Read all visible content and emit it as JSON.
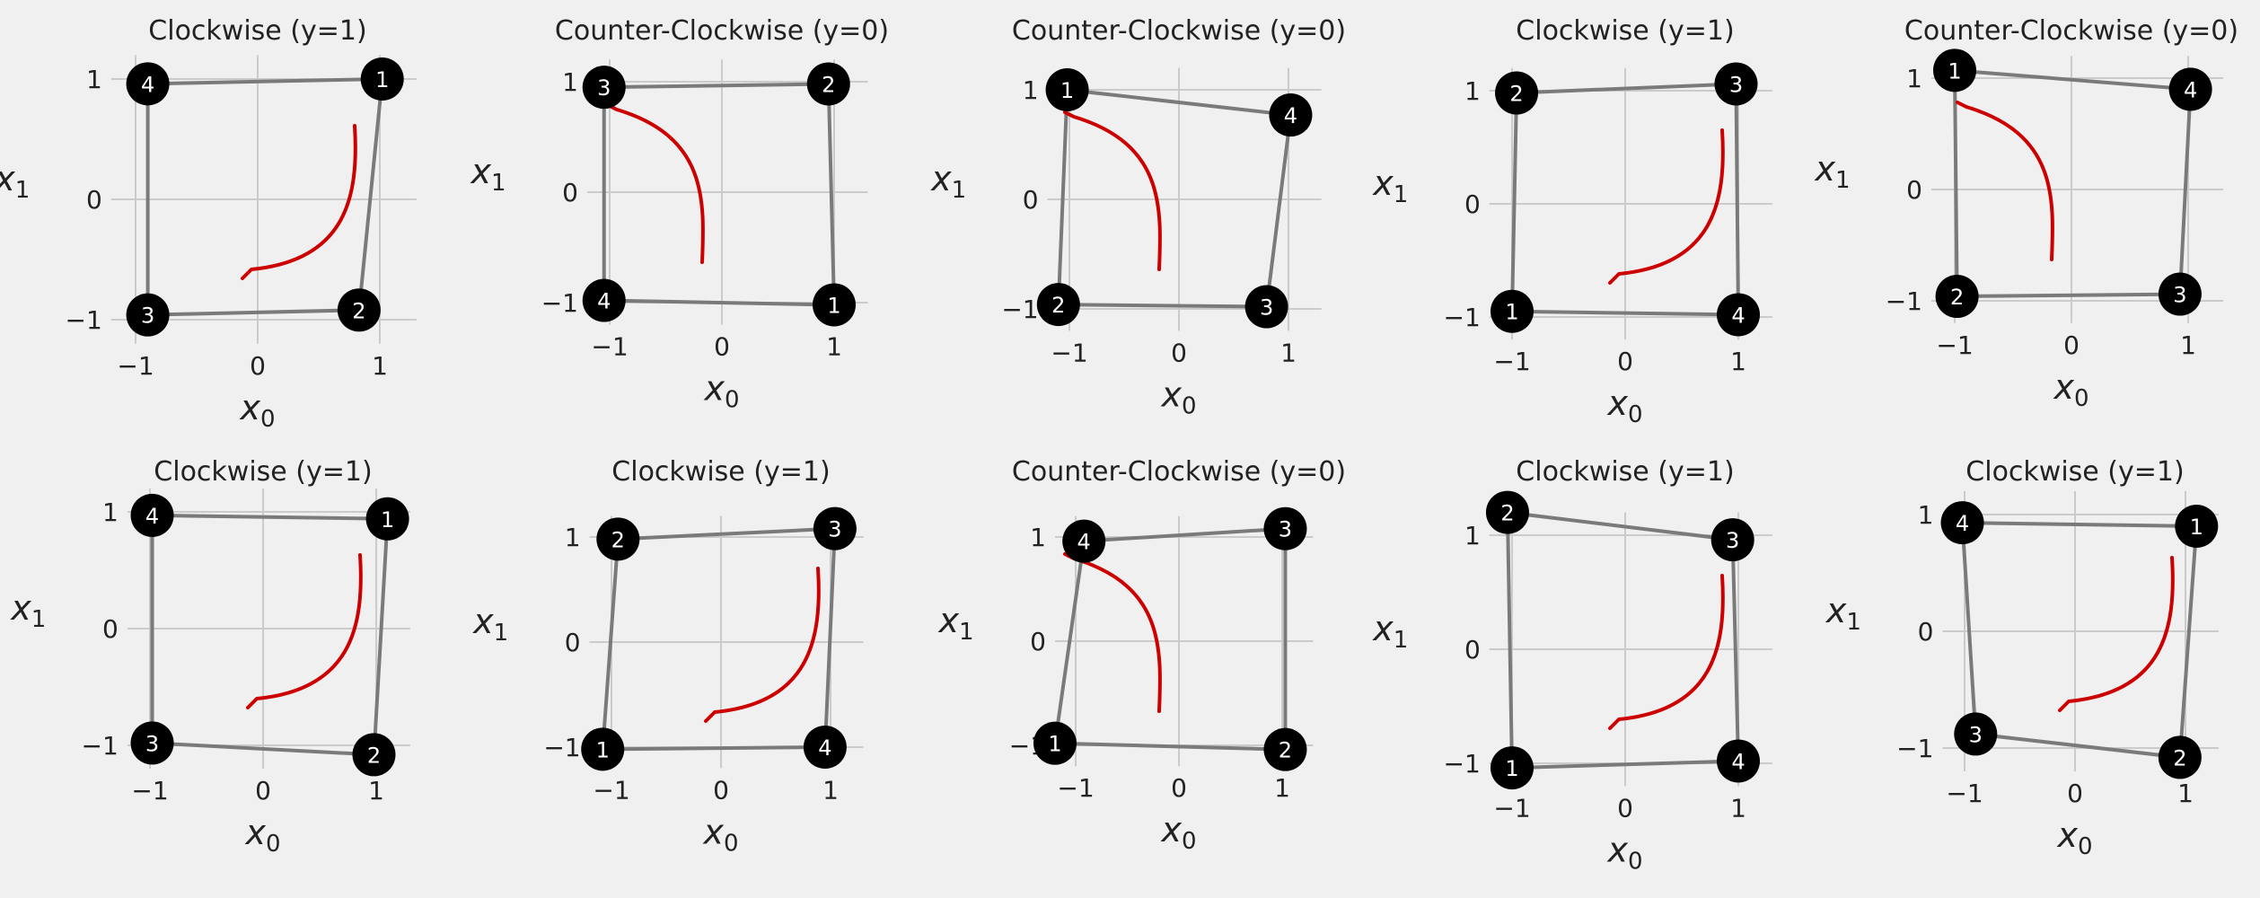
{
  "colors": {
    "background": "#f0f0f0",
    "grid": "#cbcbcb",
    "edge": "#7a7a7a",
    "point": "#000000",
    "point_label": "#ffffff",
    "arrow": "#cc0000",
    "text": "#222222"
  },
  "chart_data": [
    {
      "type": "scatter",
      "title": "Clockwise (y=1)",
      "xlabel": "x",
      "xlabel_sub": "0",
      "ylabel": "x",
      "ylabel_sub": "1",
      "xticks": [
        "−1",
        "0",
        "1"
      ],
      "yticks": [
        "−1",
        "0",
        "1"
      ],
      "xlim": [
        -1.2,
        1.3
      ],
      "ylim": [
        -1.2,
        1.2
      ],
      "grid": true,
      "points": [
        {
          "x": 1.02,
          "y": 1.0
        },
        {
          "x": 0.83,
          "y": -0.92
        },
        {
          "x": -0.9,
          "y": -0.96
        },
        {
          "x": -0.9,
          "y": 0.96
        }
      ],
      "labels": [
        "1",
        "2",
        "3",
        "4"
      ],
      "arrow": "clockwise"
    },
    {
      "type": "scatter",
      "title": "Counter-Clockwise (y=0)",
      "xlabel": "x",
      "xlabel_sub": "0",
      "ylabel": "x",
      "ylabel_sub": "1",
      "xticks": [
        "−1",
        "0",
        "1"
      ],
      "yticks": [
        "−1",
        "0",
        "1"
      ],
      "xlim": [
        -1.2,
        1.3
      ],
      "ylim": [
        -1.2,
        1.2
      ],
      "grid": true,
      "points": [
        {
          "x": 1.0,
          "y": -1.02
        },
        {
          "x": 0.95,
          "y": 0.98
        },
        {
          "x": -1.05,
          "y": 0.95
        },
        {
          "x": -1.05,
          "y": -0.98
        }
      ],
      "labels": [
        "1",
        "2",
        "3",
        "4"
      ],
      "arrow": "counter-clockwise"
    },
    {
      "type": "scatter",
      "title": "Counter-Clockwise (y=0)",
      "xlabel": "x",
      "xlabel_sub": "0",
      "ylabel": "x",
      "ylabel_sub": "1",
      "xticks": [
        "−1",
        "0",
        "1"
      ],
      "yticks": [
        "−1",
        "0",
        "1"
      ],
      "xlim": [
        -1.2,
        1.3
      ],
      "ylim": [
        -1.2,
        1.2
      ],
      "grid": true,
      "points": [
        {
          "x": -1.02,
          "y": 1.0
        },
        {
          "x": -1.1,
          "y": -0.96
        },
        {
          "x": 0.8,
          "y": -0.98
        },
        {
          "x": 1.02,
          "y": 0.77
        }
      ],
      "labels": [
        "1",
        "2",
        "3",
        "4"
      ],
      "arrow": "counter-clockwise"
    },
    {
      "type": "scatter",
      "title": "Clockwise (y=1)",
      "xlabel": "x",
      "xlabel_sub": "0",
      "ylabel": "x",
      "ylabel_sub": "1",
      "xticks": [
        "−1",
        "0",
        "1"
      ],
      "yticks": [
        "−1",
        "0",
        "1"
      ],
      "xlim": [
        -1.2,
        1.3
      ],
      "ylim": [
        -1.2,
        1.2
      ],
      "grid": true,
      "points": [
        {
          "x": -1.0,
          "y": -0.95
        },
        {
          "x": -0.96,
          "y": 0.98
        },
        {
          "x": 0.98,
          "y": 1.06
        },
        {
          "x": 1.0,
          "y": -0.98
        }
      ],
      "labels": [
        "1",
        "2",
        "3",
        "4"
      ],
      "arrow": "clockwise"
    },
    {
      "type": "scatter",
      "title": "Counter-Clockwise (y=0)",
      "xlabel": "x",
      "xlabel_sub": "0",
      "ylabel": "x",
      "ylabel_sub": "1",
      "xticks": [
        "−1",
        "0",
        "1"
      ],
      "yticks": [
        "−1",
        "0",
        "1"
      ],
      "xlim": [
        -1.2,
        1.3
      ],
      "ylim": [
        -1.2,
        1.2
      ],
      "grid": true,
      "points": [
        {
          "x": -1.0,
          "y": 1.07
        },
        {
          "x": -0.98,
          "y": -0.96
        },
        {
          "x": 0.93,
          "y": -0.94
        },
        {
          "x": 1.02,
          "y": 0.9
        }
      ],
      "labels": [
        "1",
        "2",
        "3",
        "4"
      ],
      "arrow": "counter-clockwise"
    },
    {
      "type": "scatter",
      "title": "Clockwise (y=1)",
      "xlabel": "x",
      "xlabel_sub": "0",
      "ylabel": "x",
      "ylabel_sub": "1",
      "xticks": [
        "−1",
        "0",
        "1"
      ],
      "yticks": [
        "−1",
        "0",
        "1"
      ],
      "xlim": [
        -1.2,
        1.3
      ],
      "ylim": [
        -1.2,
        1.2
      ],
      "grid": true,
      "points": [
        {
          "x": 1.1,
          "y": 0.94
        },
        {
          "x": 0.98,
          "y": -1.08
        },
        {
          "x": -0.98,
          "y": -0.98
        },
        {
          "x": -0.98,
          "y": 0.97
        }
      ],
      "labels": [
        "1",
        "2",
        "3",
        "4"
      ],
      "arrow": "clockwise"
    },
    {
      "type": "scatter",
      "title": "Clockwise (y=1)",
      "xlabel": "x",
      "xlabel_sub": "0",
      "ylabel": "x",
      "ylabel_sub": "1",
      "xticks": [
        "−1",
        "0",
        "1"
      ],
      "yticks": [
        "−1",
        "0",
        "1"
      ],
      "xlim": [
        -1.2,
        1.3
      ],
      "ylim": [
        -1.2,
        1.2
      ],
      "grid": true,
      "points": [
        {
          "x": -1.08,
          "y": -1.02
        },
        {
          "x": -0.94,
          "y": 0.98
        },
        {
          "x": 1.04,
          "y": 1.08
        },
        {
          "x": 0.95,
          "y": -1.0
        }
      ],
      "labels": [
        "1",
        "2",
        "3",
        "4"
      ],
      "arrow": "clockwise"
    },
    {
      "type": "scatter",
      "title": "Counter-Clockwise (y=0)",
      "xlabel": "x",
      "xlabel_sub": "0",
      "ylabel": "x",
      "ylabel_sub": "1",
      "xticks": [
        "−1",
        "0",
        "1"
      ],
      "yticks": [
        "−1",
        "0",
        "1"
      ],
      "xlim": [
        -1.2,
        1.3
      ],
      "ylim": [
        -1.2,
        1.2
      ],
      "grid": true,
      "points": [
        {
          "x": -1.2,
          "y": -0.98
        },
        {
          "x": 1.03,
          "y": -1.04
        },
        {
          "x": 1.03,
          "y": 1.08
        },
        {
          "x": -0.92,
          "y": 0.96
        }
      ],
      "labels": [
        "1",
        "2",
        "3",
        "4"
      ],
      "arrow": "counter-clockwise"
    },
    {
      "type": "scatter",
      "title": "Clockwise (y=1)",
      "xlabel": "x",
      "xlabel_sub": "0",
      "ylabel": "x",
      "ylabel_sub": "1",
      "xticks": [
        "−1",
        "0",
        "1"
      ],
      "yticks": [
        "−1",
        "0",
        "1"
      ],
      "xlim": [
        -1.2,
        1.3
      ],
      "ylim": [
        -1.2,
        1.2
      ],
      "grid": true,
      "points": [
        {
          "x": -1.0,
          "y": -1.04
        },
        {
          "x": -1.04,
          "y": 1.2
        },
        {
          "x": 0.95,
          "y": 0.96
        },
        {
          "x": 1.0,
          "y": -0.98
        }
      ],
      "labels": [
        "1",
        "2",
        "3",
        "4"
      ],
      "arrow": "clockwise"
    },
    {
      "type": "scatter",
      "title": "Clockwise (y=1)",
      "xlabel": "x",
      "xlabel_sub": "0",
      "ylabel": "x",
      "ylabel_sub": "1",
      "xticks": [
        "−1",
        "0",
        "1"
      ],
      "yticks": [
        "−1",
        "0",
        "1"
      ],
      "xlim": [
        -1.2,
        1.3
      ],
      "ylim": [
        -1.2,
        1.2
      ],
      "grid": true,
      "points": [
        {
          "x": 1.1,
          "y": 0.9
        },
        {
          "x": 0.95,
          "y": -1.08
        },
        {
          "x": -0.9,
          "y": -0.88
        },
        {
          "x": -1.02,
          "y": 0.93
        }
      ],
      "labels": [
        "1",
        "2",
        "3",
        "4"
      ],
      "arrow": "clockwise"
    }
  ]
}
